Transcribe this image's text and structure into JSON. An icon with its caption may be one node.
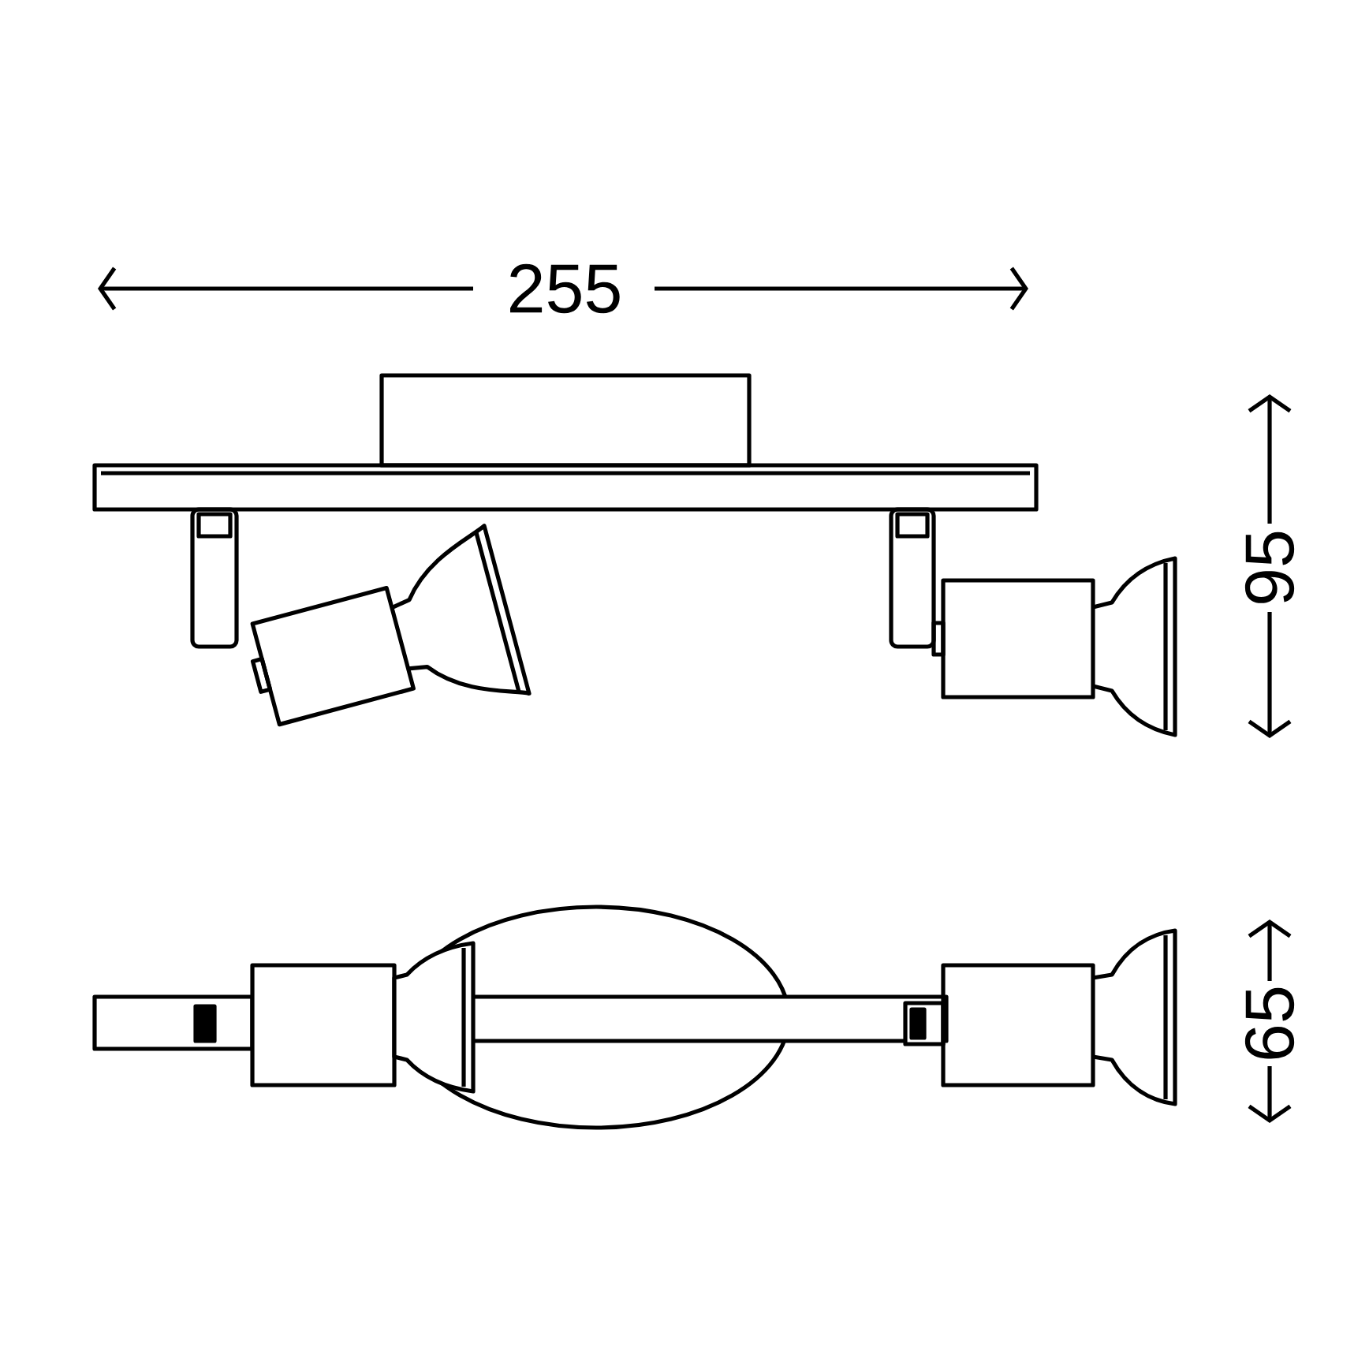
{
  "diagram": {
    "labels": [
      "255",
      "95",
      "65"
    ]
  }
}
